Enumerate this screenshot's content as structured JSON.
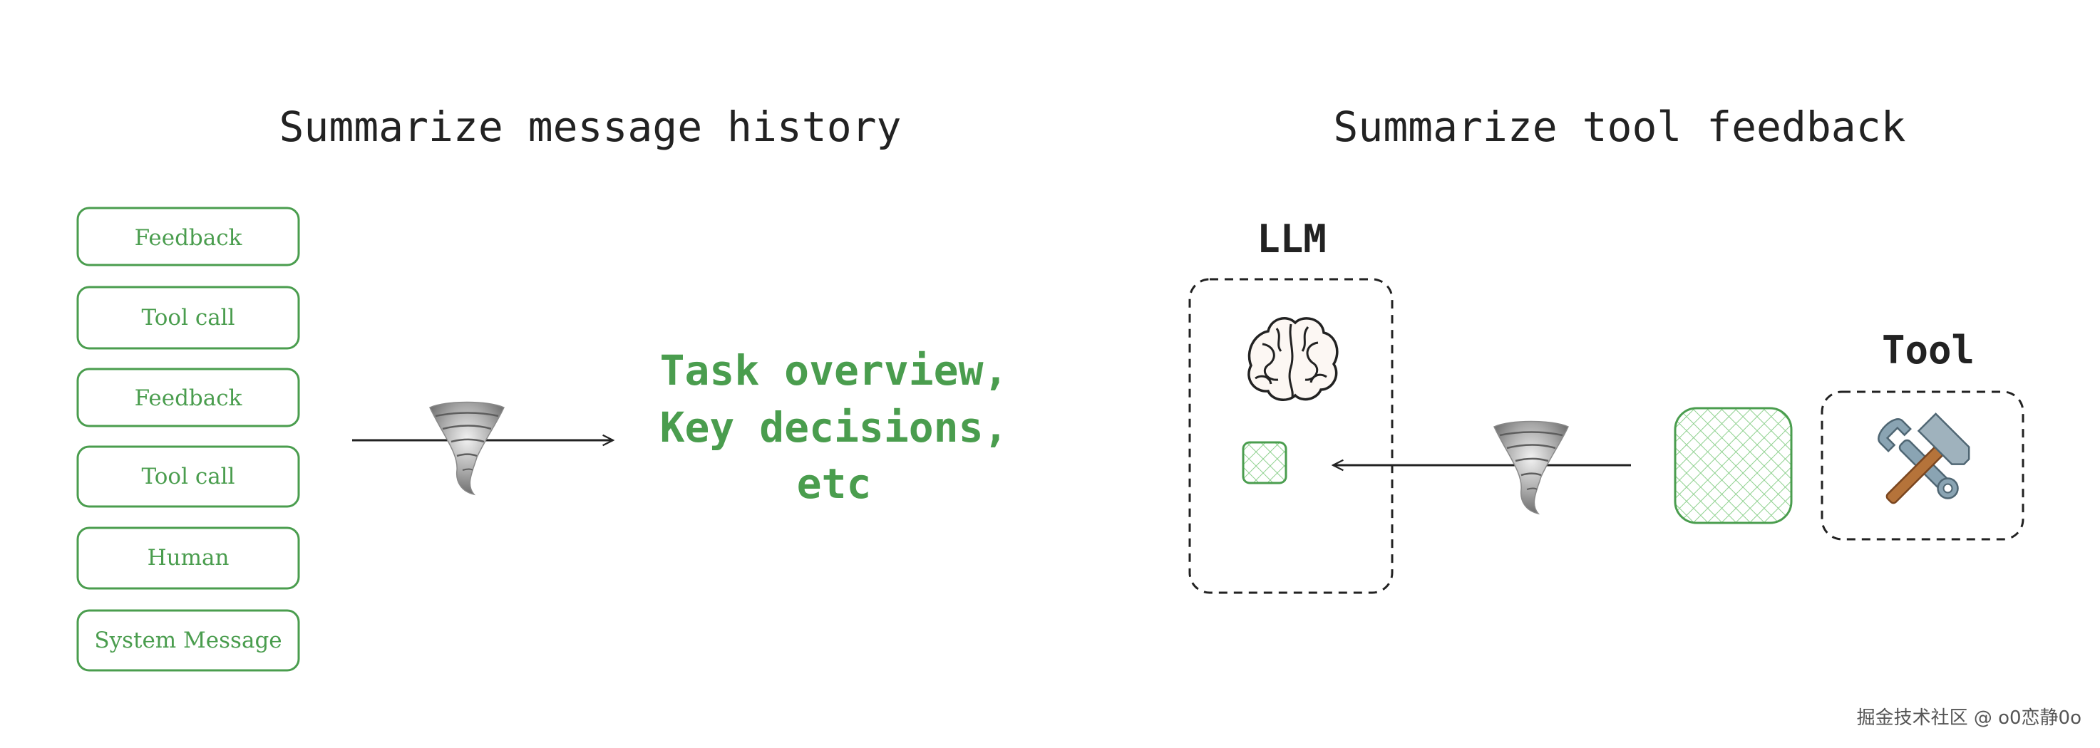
{
  "left_panel": {
    "title": "Summarize message history",
    "messages": [
      "Feedback",
      "Tool call",
      "Feedback",
      "Tool call",
      "Human",
      "System Message"
    ],
    "summary_lines": [
      "Task overview,",
      "Key decisions,",
      "etc"
    ]
  },
  "right_panel": {
    "title": "Summarize tool feedback",
    "llm_label": "LLM",
    "tool_label": "Tool"
  },
  "icons": {
    "compress": "tornado-icon",
    "llm": "brain-icon",
    "tool": "hammer-wrench-icon"
  },
  "colors": {
    "accent_green": "#4a9d4e",
    "dark": "#222222"
  },
  "watermark": "掘金技术社区 @ o0恋静0o"
}
